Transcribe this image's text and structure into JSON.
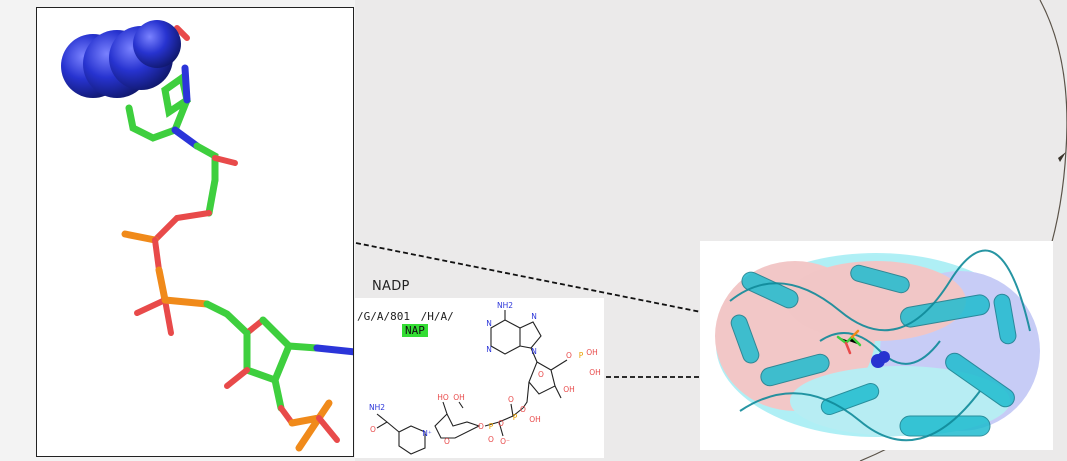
{
  "ligand_label": "NADP",
  "chain_ids": [
    "/G/A/801",
    "/H/A/"
  ],
  "residue_name": "NAP",
  "atoms": {
    "amine": "NH2",
    "amide": "NH2",
    "hydroxyl": "OH",
    "hydroxyl_ho": "HO",
    "oxygen": "O",
    "oxygen_minus": "O⁻",
    "phosphorus": "P",
    "nitrogen": "N",
    "nitrogen_plus": "N⁺"
  },
  "colors": {
    "carbon": "#3ecf3e",
    "nitrogen": "#2b35d9",
    "oxygen": "#e84a4a",
    "phosphorus": "#f08a1a",
    "protein": "#1fbccf",
    "sphere": "#2733d0"
  }
}
